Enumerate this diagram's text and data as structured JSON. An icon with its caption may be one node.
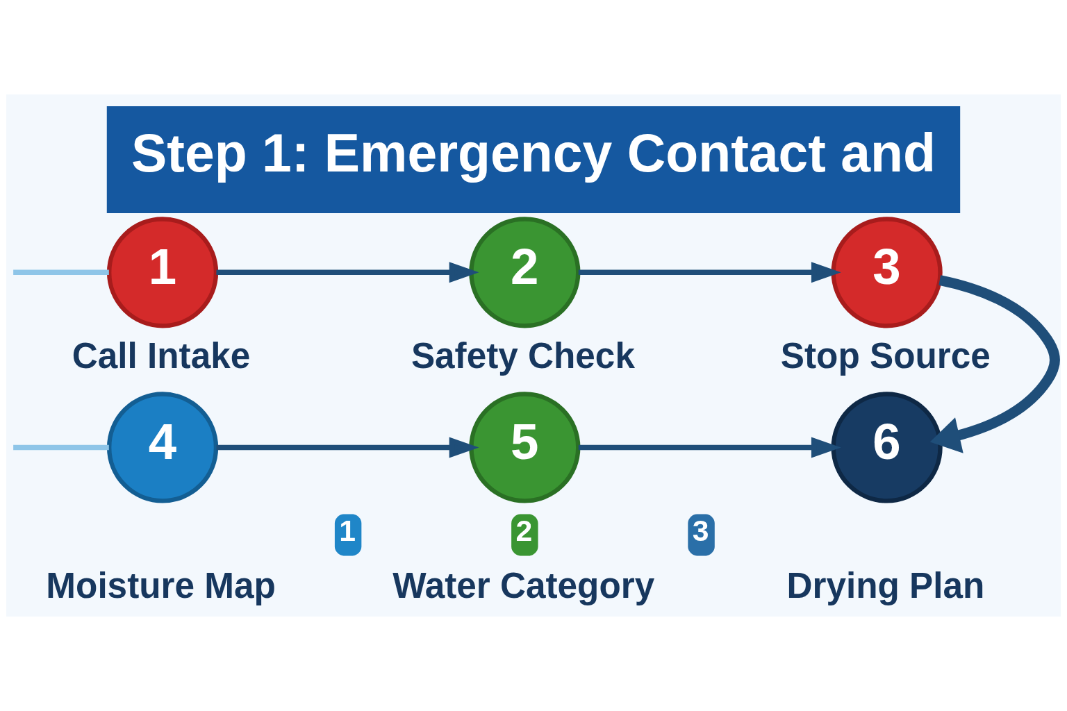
{
  "diagram": {
    "title": "Step 1: Emergency Contact and",
    "nodes": [
      {
        "text": [
          "1"
        ],
        "beside": [
          "Call Intake"
        ]
      },
      {
        "text": [
          "2"
        ],
        "beside": [
          "Safety Check"
        ]
      },
      {
        "text": [
          "3"
        ],
        "beside": [
          "Stop Source"
        ]
      },
      {
        "text": [
          "4"
        ],
        "beside": [
          "Moisture Map"
        ]
      },
      {
        "text": [
          "5"
        ],
        "beside": [
          "Water Category"
        ]
      },
      {
        "text": [
          "6"
        ],
        "beside": [
          "Drying Plan"
        ]
      }
    ],
    "edges": [
      {
        "from": null,
        "to": 0,
        "arrow": "none",
        "color": "#8ec5e8"
      },
      {
        "from": 0,
        "to": 1,
        "arrow": "to"
      },
      {
        "from": 1,
        "to": 2,
        "arrow": "to"
      },
      {
        "from": 2,
        "to": 5,
        "arrow": "to",
        "style": "thick"
      },
      {
        "from": null,
        "to": 3,
        "arrow": "none",
        "color": "#8ec5e8"
      },
      {
        "from": 3,
        "to": 4,
        "arrow": "to"
      },
      {
        "from": 4,
        "to": 5,
        "arrow": "to"
      }
    ],
    "labels": [
      "1",
      "2",
      "3"
    ]
  }
}
